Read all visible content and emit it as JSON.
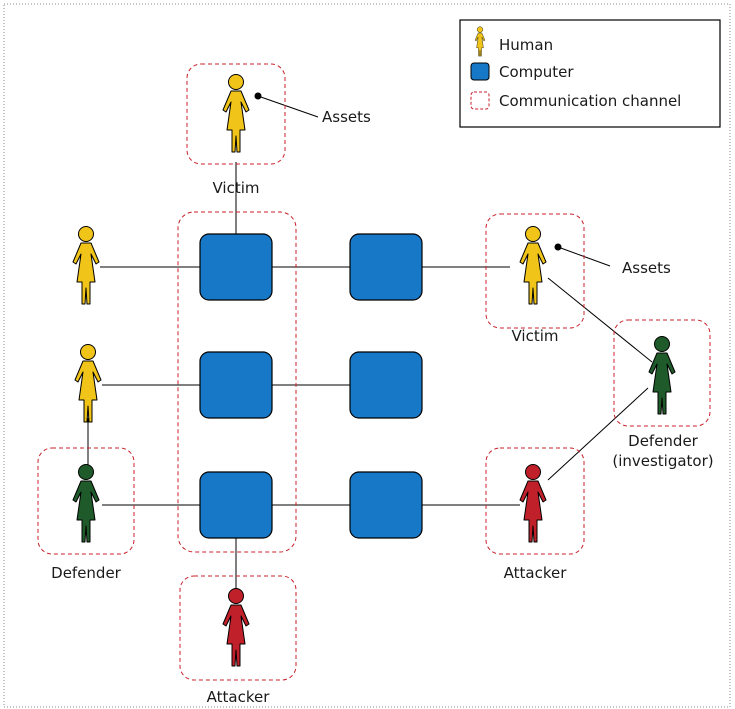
{
  "legend": {
    "human": "Human",
    "computer": "Computer",
    "channel": "Communication channel"
  },
  "labels": {
    "assets_top": "Assets",
    "victim_top": "Victim",
    "assets_right": "Assets",
    "victim_right": "Victim",
    "defender_left": "Defender",
    "attacker_bottom": "Attacker",
    "attacker_right": "Attacker",
    "defender_investigator_line1": "Defender",
    "defender_investigator_line2": "(investigator)"
  },
  "colors": {
    "victim": "#f0c419",
    "defender": "#1f5a2a",
    "attacker": "#c0202a",
    "computer": "#1878c8",
    "channel": "#c8202a"
  }
}
